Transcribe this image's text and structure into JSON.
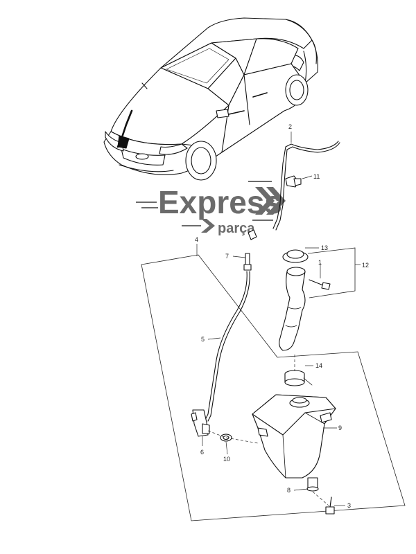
{
  "logo": {
    "main": "Express",
    "sub": "parça"
  },
  "callouts": {
    "c1": "1",
    "c2": "2",
    "c3": "3",
    "c4": "4",
    "c5": "5",
    "c6": "6",
    "c7": "7",
    "c8": "8",
    "c9": "9",
    "c10": "10",
    "c11": "11",
    "c12": "12",
    "c13": "13",
    "c14": "14"
  },
  "colors": {
    "line": "#111111",
    "logo": "#6b6b6b",
    "background": "#ffffff"
  }
}
